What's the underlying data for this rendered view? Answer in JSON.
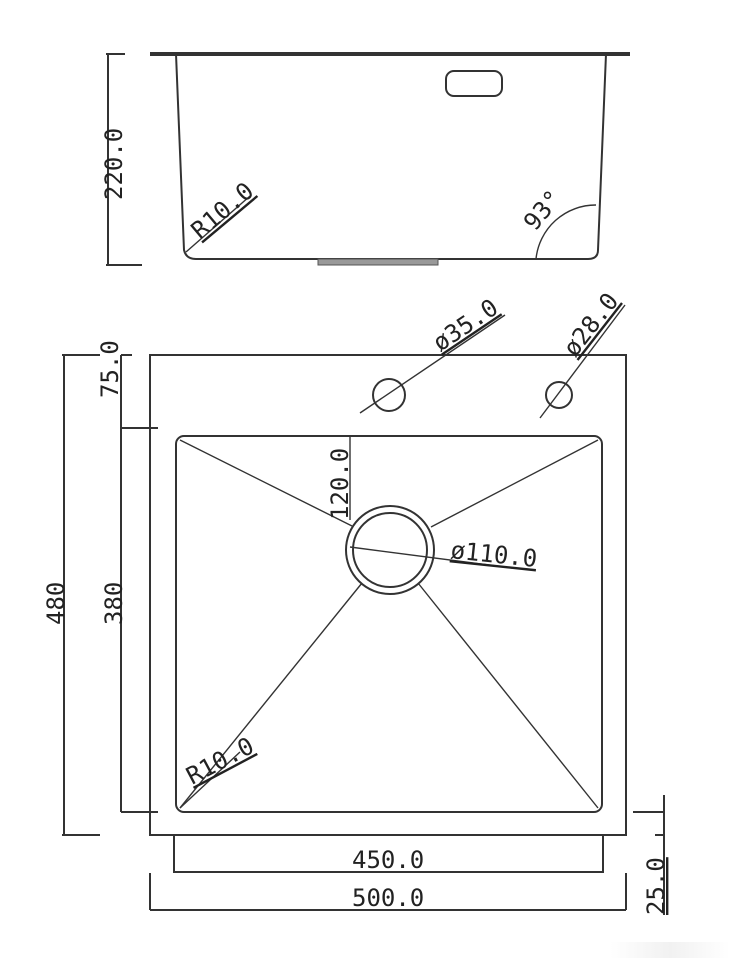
{
  "side_view": {
    "height_label": "220.0",
    "radius_label": "R10.0",
    "angle_label": "93°"
  },
  "top_view": {
    "overall_depth_label": "480",
    "bowl_depth_label": "380",
    "front_margin_label": "75.0",
    "faucet_hole_1_label": "ø35.0",
    "faucet_hole_2_label": "ø28.0",
    "drain_offset_label": "120.0",
    "drain_diameter_label": "ø110.0",
    "corner_radius_label": "R10.0",
    "bowl_width_label": "450.0",
    "overall_width_label": "500.0",
    "rim_label": "25.0"
  },
  "colors": {
    "line": "#333333",
    "background": "#ffffff"
  }
}
